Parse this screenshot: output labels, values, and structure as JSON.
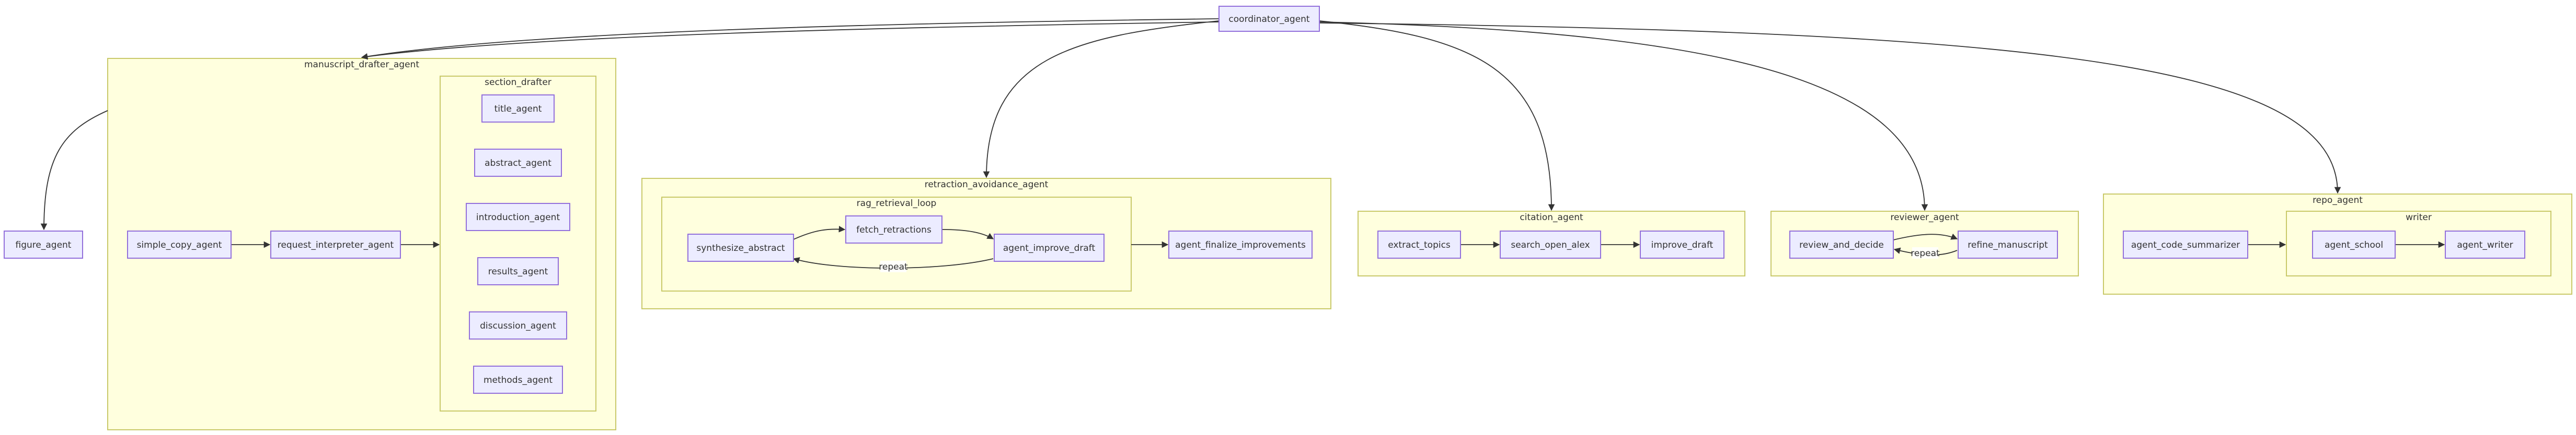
{
  "diagram": {
    "clusters": {
      "manuscript_drafter": "manuscript_drafter_agent",
      "section_drafter": "section_drafter",
      "retraction_avoidance": "retraction_avoidance_agent",
      "rag_retrieval_loop": "rag_retrieval_loop",
      "citation": "citation_agent",
      "reviewer": "reviewer_agent",
      "repo": "repo_agent",
      "writer": "writer"
    },
    "nodes": {
      "coordinator_agent": "coordinator_agent",
      "figure_agent": "figure_agent",
      "simple_copy_agent": "simple_copy_agent",
      "request_interpreter_agent": "request_interpreter_agent",
      "title_agent": "title_agent",
      "abstract_agent": "abstract_agent",
      "introduction_agent": "introduction_agent",
      "results_agent": "results_agent",
      "discussion_agent": "discussion_agent",
      "methods_agent": "methods_agent",
      "synthesize_abstract": "synthesize_abstract",
      "fetch_retractions": "fetch_retractions",
      "agent_improve_draft": "agent_improve_draft",
      "agent_finalize_improvements": "agent_finalize_improvements",
      "extract_topics": "extract_topics",
      "search_open_alex": "search_open_alex",
      "improve_draft": "improve_draft",
      "review_and_decide": "review_and_decide",
      "refine_manuscript": "refine_manuscript",
      "agent_code_summarizer": "agent_code_summarizer",
      "agent_school": "agent_school",
      "agent_writer": "agent_writer"
    },
    "edge_labels": {
      "rag_repeat": "repeat",
      "review_repeat": "repeat"
    },
    "colors": {
      "node_fill": "#ececff",
      "node_stroke": "#9370db",
      "cluster_fill": "#ffffde",
      "cluster_stroke": "#c9c96a",
      "edge": "#333333",
      "text": "#333333"
    }
  }
}
